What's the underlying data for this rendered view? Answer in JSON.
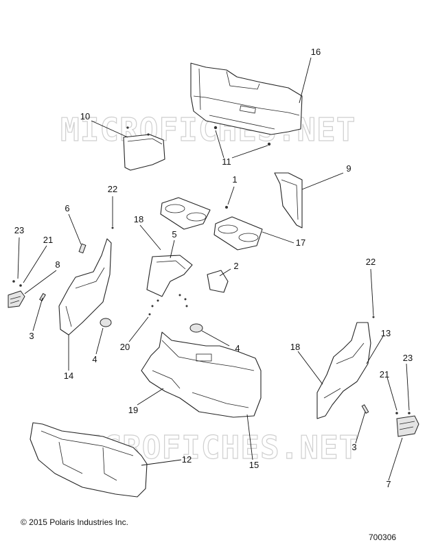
{
  "watermark": [
    "MICROFICHES.NET",
    "MICROFICHES.NET"
  ],
  "callouts": [
    {
      "id": "c16",
      "label": "16"
    },
    {
      "id": "c10",
      "label": "10"
    },
    {
      "id": "c11",
      "label": "11"
    },
    {
      "id": "c1",
      "label": "1"
    },
    {
      "id": "c9",
      "label": "9"
    },
    {
      "id": "c22a",
      "label": "22"
    },
    {
      "id": "c6",
      "label": "6"
    },
    {
      "id": "c18a",
      "label": "18"
    },
    {
      "id": "c5",
      "label": "5"
    },
    {
      "id": "c17",
      "label": "17"
    },
    {
      "id": "c23a",
      "label": "23"
    },
    {
      "id": "c21a",
      "label": "21"
    },
    {
      "id": "c8",
      "label": "8"
    },
    {
      "id": "c2",
      "label": "2"
    },
    {
      "id": "c3a",
      "label": "3"
    },
    {
      "id": "c4a",
      "label": "4"
    },
    {
      "id": "c20",
      "label": "20"
    },
    {
      "id": "c4b",
      "label": "4"
    },
    {
      "id": "c22b",
      "label": "22"
    },
    {
      "id": "c13",
      "label": "13"
    },
    {
      "id": "c18b",
      "label": "18"
    },
    {
      "id": "c14",
      "label": "14"
    },
    {
      "id": "c23b",
      "label": "23"
    },
    {
      "id": "c21b",
      "label": "21"
    },
    {
      "id": "c19",
      "label": "19"
    },
    {
      "id": "c12",
      "label": "12"
    },
    {
      "id": "c15",
      "label": "15"
    },
    {
      "id": "c3b",
      "label": "3"
    },
    {
      "id": "c7",
      "label": "7"
    }
  ],
  "footer": {
    "copyright": "© 2015 Polaris Industries Inc.",
    "diagram_number": "700306"
  }
}
